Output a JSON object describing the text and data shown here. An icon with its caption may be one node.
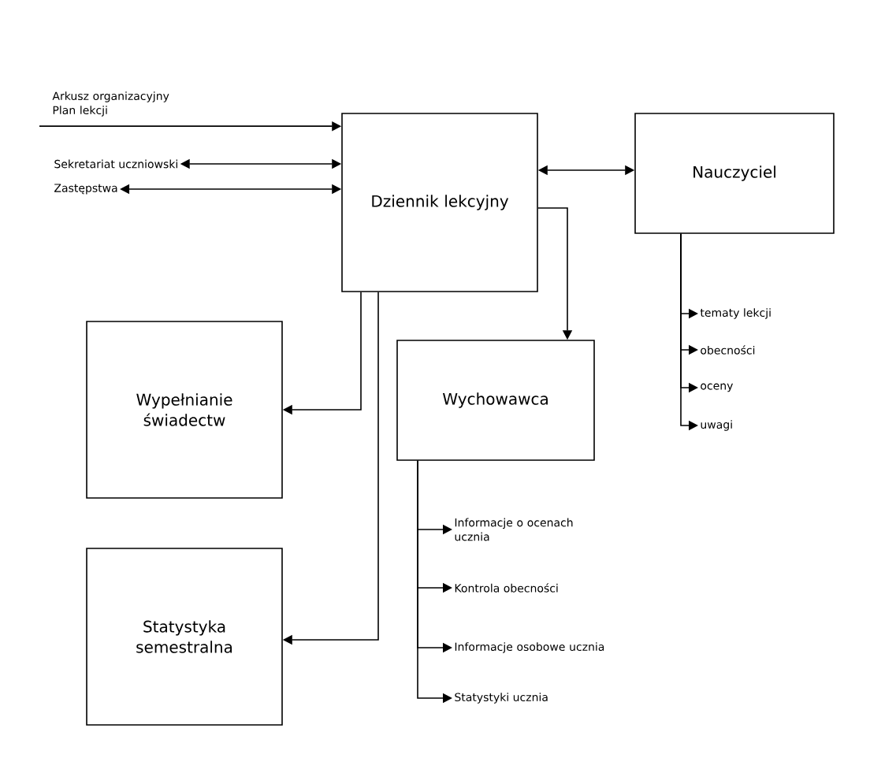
{
  "diagram": {
    "nodes": [
      {
        "text": [
          "Dziennik lekcyjny"
        ]
      },
      {
        "text": [
          "Nauczyciel"
        ]
      },
      {
        "text": [
          "Wypełnianie świadectw"
        ]
      },
      {
        "text": [
          "Wychowawca"
        ]
      },
      {
        "text": [
          "Statystyka semestralna"
        ]
      },
      {
        "text": [
          "Arkusz organizacyjny Plan lekcji"
        ]
      },
      {
        "text": [
          "Sekretariat uczniowski"
        ]
      },
      {
        "text": [
          "Zastępstwa"
        ]
      },
      {
        "text": [
          "tematy lekcji"
        ]
      },
      {
        "text": [
          "obecności"
        ]
      },
      {
        "text": [
          "oceny"
        ]
      },
      {
        "text": [
          "uwagi"
        ]
      },
      {
        "text": [
          "Informacje o ocenach ucznia"
        ]
      },
      {
        "text": [
          "Kontrola obecności"
        ]
      },
      {
        "text": [
          "Informacje osobowe ucznia"
        ]
      },
      {
        "text": [
          "Statystyki ucznia"
        ]
      }
    ],
    "edges": [
      {
        "from": 5,
        "to": 0,
        "arrow": "to"
      },
      {
        "from": 6,
        "to": 0,
        "arrow": "both"
      },
      {
        "from": 7,
        "to": 0,
        "arrow": "both"
      },
      {
        "from": 0,
        "to": 1,
        "arrow": "both"
      },
      {
        "from": 0,
        "to": 3,
        "arrow": "to"
      },
      {
        "from": 0,
        "to": 2,
        "arrow": "to"
      },
      {
        "from": 0,
        "to": 4,
        "arrow": "to"
      },
      {
        "from": 1,
        "to": 8,
        "arrow": "to"
      },
      {
        "from": 1,
        "to": 9,
        "arrow": "to"
      },
      {
        "from": 1,
        "to": 10,
        "arrow": "to"
      },
      {
        "from": 1,
        "to": 11,
        "arrow": "to"
      },
      {
        "from": 3,
        "to": 12,
        "arrow": "to"
      },
      {
        "from": 3,
        "to": 13,
        "arrow": "to"
      },
      {
        "from": 3,
        "to": 14,
        "arrow": "to"
      },
      {
        "from": 3,
        "to": 15,
        "arrow": "to"
      }
    ]
  }
}
